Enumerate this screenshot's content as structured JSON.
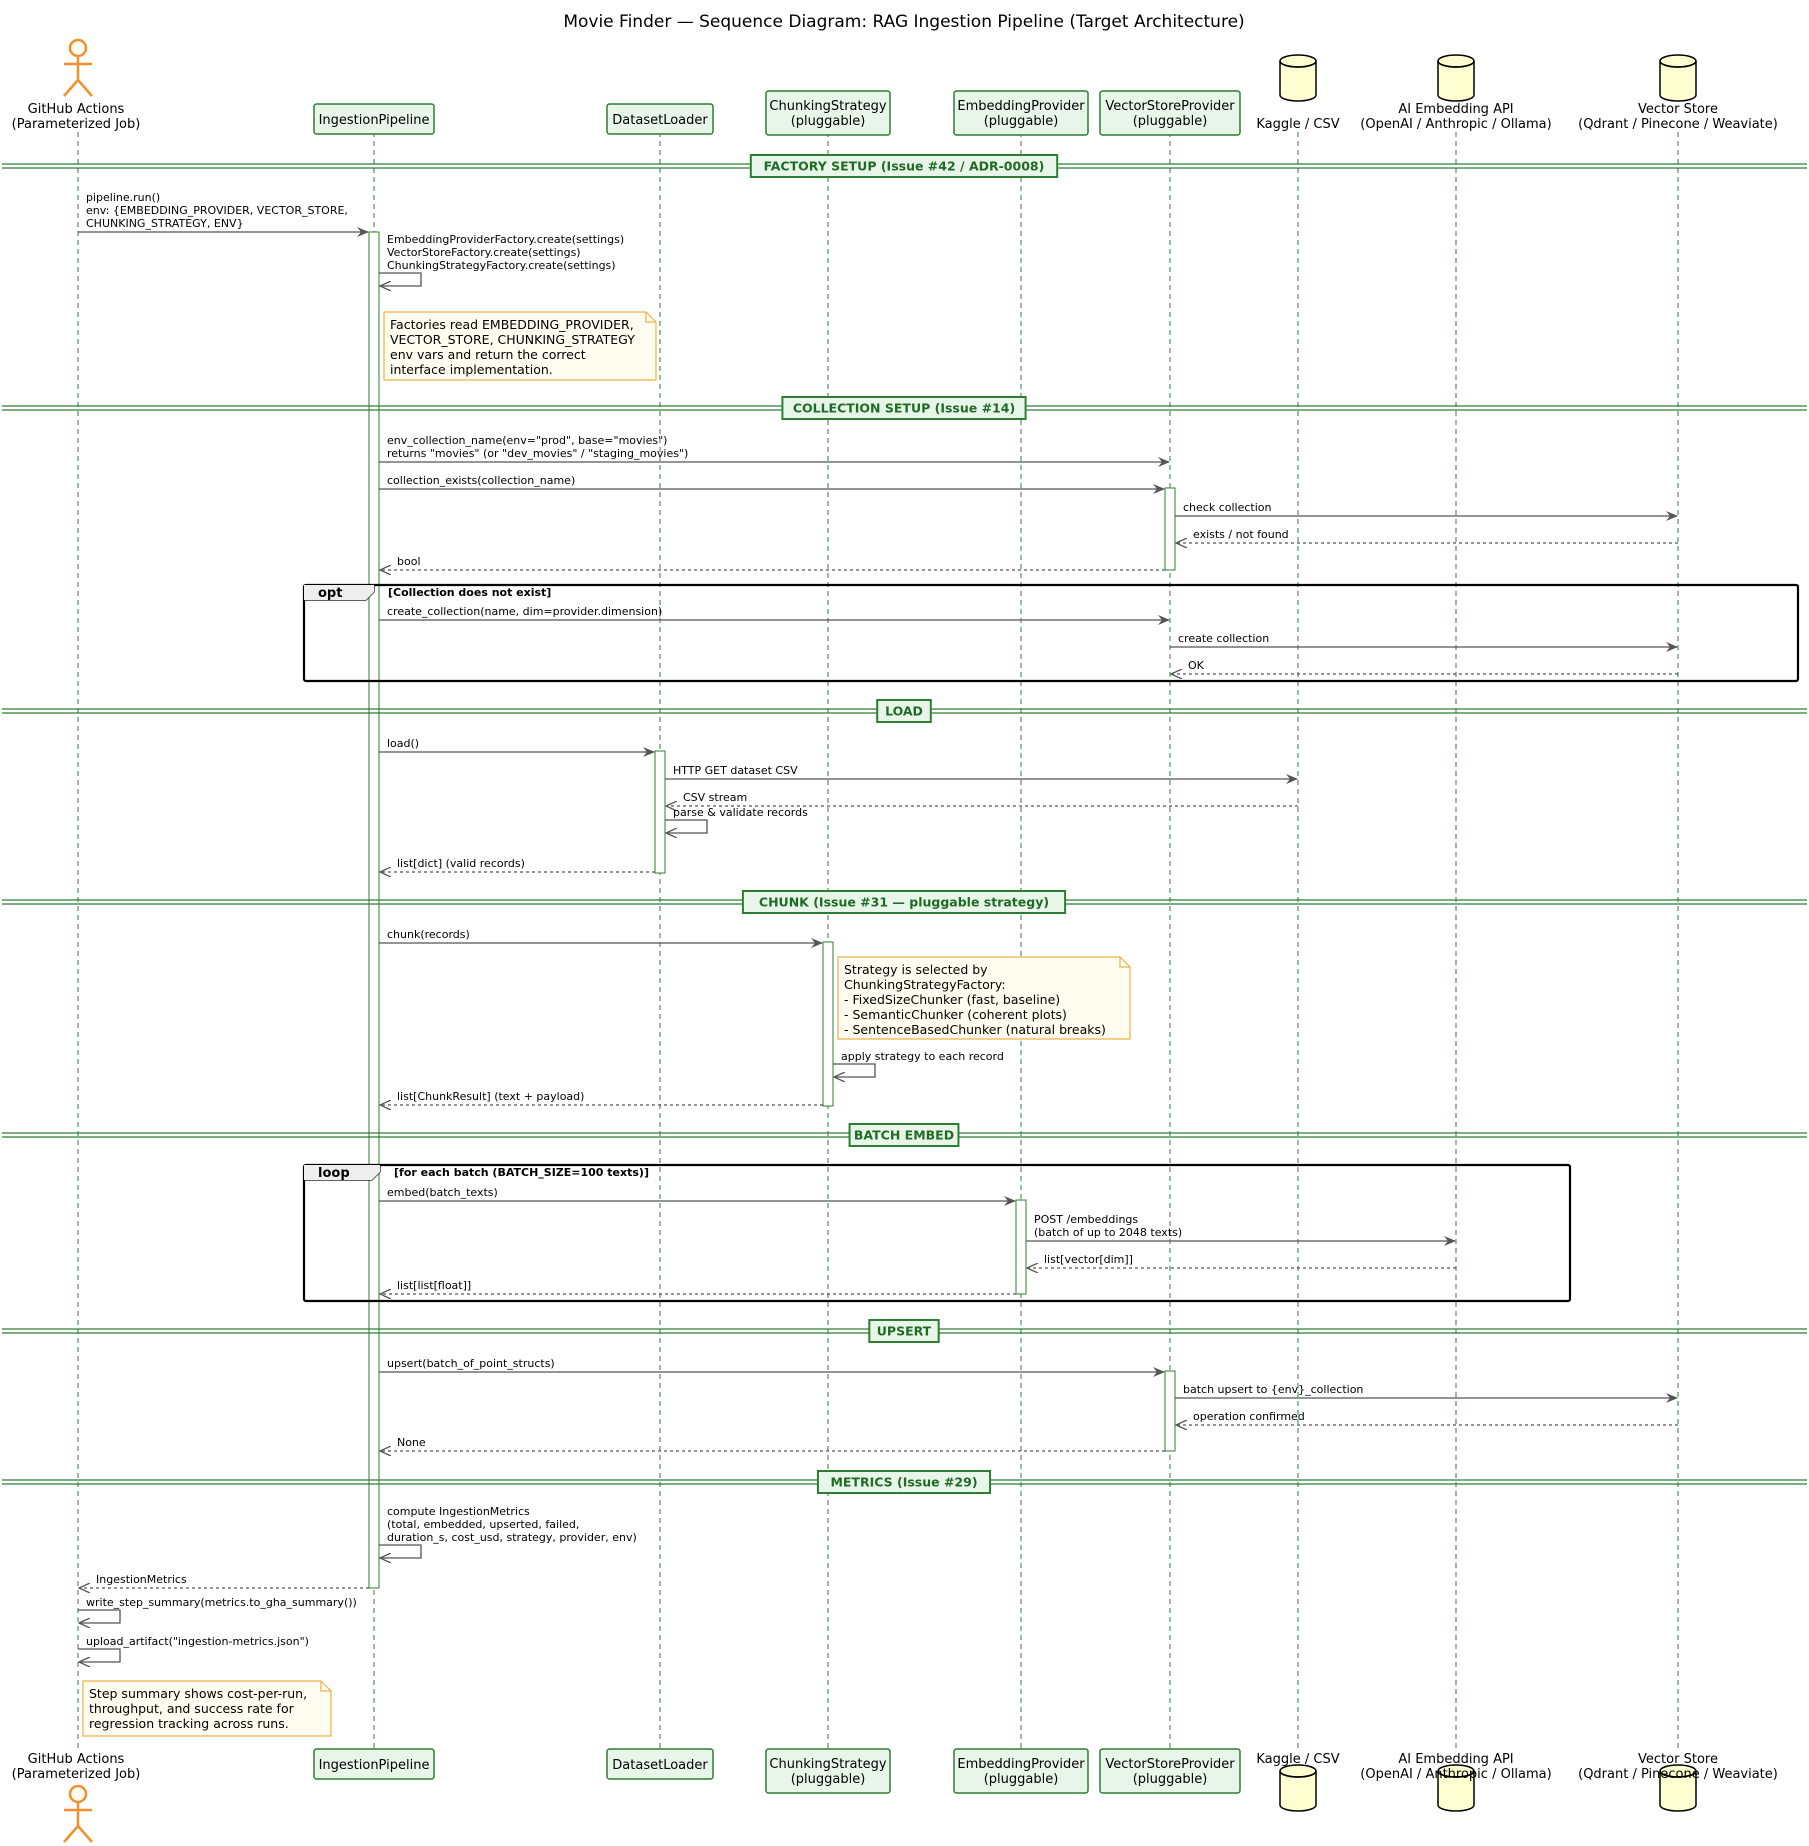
{
  "title": "Movie Finder — Sequence Diagram: RAG Ingestion Pipeline (Target Architecture)",
  "colors": {
    "participant_fill": "#e8f5e9",
    "participant_stroke": "#2e7d32",
    "actor_stroke": "#f0902e",
    "database_fill": "#fffed0",
    "note_fill": "#fffdf0",
    "note_stroke": "#f0b04a",
    "divider_text": "#1e6b26",
    "line": "#555555"
  },
  "participants": [
    {
      "id": "gha",
      "kind": "actor",
      "lines": [
        "GitHub Actions",
        "(Parameterized Job)"
      ],
      "icon": "actor-icon"
    },
    {
      "id": "pipe",
      "kind": "participant",
      "lines": [
        "IngestionPipeline"
      ]
    },
    {
      "id": "loader",
      "kind": "participant",
      "lines": [
        "DatasetLoader"
      ]
    },
    {
      "id": "chunk",
      "kind": "participant",
      "lines": [
        "ChunkingStrategy",
        "(pluggable)"
      ]
    },
    {
      "id": "embed",
      "kind": "participant",
      "lines": [
        "EmbeddingProvider",
        "(pluggable)"
      ]
    },
    {
      "id": "vsp",
      "kind": "participant",
      "lines": [
        "VectorStoreProvider",
        "(pluggable)"
      ]
    },
    {
      "id": "kaggle",
      "kind": "database",
      "lines": [
        "Kaggle / CSV"
      ],
      "icon": "database-icon"
    },
    {
      "id": "api",
      "kind": "database",
      "lines": [
        "AI Embedding API",
        "(OpenAI / Anthropic / Ollama)"
      ],
      "icon": "database-icon"
    },
    {
      "id": "store",
      "kind": "database",
      "lines": [
        "Vector Store",
        "(Qdrant / Pinecone / Weaviate)"
      ],
      "icon": "database-icon"
    }
  ],
  "dividers": [
    "FACTORY SETUP (Issue #42 / ADR-0008)",
    "COLLECTION SETUP (Issue #14)",
    "LOAD",
    "CHUNK (Issue #31 — pluggable strategy)",
    "BATCH EMBED",
    "UPSERT",
    "METRICS (Issue #29)"
  ],
  "fragments": [
    {
      "label": "opt",
      "guard": "[Collection does not exist]"
    },
    {
      "label": "loop",
      "guard": "[for each batch (BATCH_SIZE=100 texts)]"
    }
  ],
  "messages": [
    {
      "from": "gha",
      "to": "pipe",
      "type": "sync",
      "lines": [
        "pipeline.run()",
        "env: {EMBEDDING_PROVIDER, VECTOR_STORE,",
        "CHUNKING_STRATEGY, ENV}"
      ]
    },
    {
      "from": "pipe",
      "to": "pipe",
      "type": "self",
      "lines": [
        "EmbeddingProviderFactory.create(settings)",
        "VectorStoreFactory.create(settings)",
        "ChunkingStrategyFactory.create(settings)"
      ]
    },
    {
      "from": "pipe",
      "to": "vsp",
      "type": "sync",
      "lines": [
        "env_collection_name(env=\"prod\", base=\"movies\")",
        "returns \"movies\" (or \"dev_movies\" / \"staging_movies\")"
      ]
    },
    {
      "from": "pipe",
      "to": "vsp",
      "type": "sync",
      "lines": [
        "collection_exists(collection_name)"
      ]
    },
    {
      "from": "vsp",
      "to": "store",
      "type": "sync",
      "lines": [
        "check collection"
      ]
    },
    {
      "from": "store",
      "to": "vsp",
      "type": "return",
      "lines": [
        "exists / not found"
      ]
    },
    {
      "from": "vsp",
      "to": "pipe",
      "type": "return",
      "lines": [
        "bool"
      ]
    },
    {
      "from": "pipe",
      "to": "vsp",
      "type": "sync",
      "lines": [
        "create_collection(name, dim=provider.dimension)"
      ]
    },
    {
      "from": "vsp",
      "to": "store",
      "type": "sync",
      "lines": [
        "create collection"
      ]
    },
    {
      "from": "store",
      "to": "vsp",
      "type": "return",
      "lines": [
        "OK"
      ]
    },
    {
      "from": "pipe",
      "to": "loader",
      "type": "sync",
      "lines": [
        "load()"
      ]
    },
    {
      "from": "loader",
      "to": "kaggle",
      "type": "sync",
      "lines": [
        "HTTP GET dataset CSV"
      ]
    },
    {
      "from": "kaggle",
      "to": "loader",
      "type": "return",
      "lines": [
        "CSV stream"
      ]
    },
    {
      "from": "loader",
      "to": "loader",
      "type": "self",
      "lines": [
        "parse & validate records"
      ]
    },
    {
      "from": "loader",
      "to": "pipe",
      "type": "return",
      "lines": [
        "list[dict] (valid records)"
      ]
    },
    {
      "from": "pipe",
      "to": "chunk",
      "type": "sync",
      "lines": [
        "chunk(records)"
      ]
    },
    {
      "from": "chunk",
      "to": "chunk",
      "type": "self",
      "lines": [
        "apply strategy to each record"
      ]
    },
    {
      "from": "chunk",
      "to": "pipe",
      "type": "return",
      "lines": [
        "list[ChunkResult] (text + payload)"
      ]
    },
    {
      "from": "pipe",
      "to": "embed",
      "type": "sync",
      "lines": [
        "embed(batch_texts)"
      ]
    },
    {
      "from": "embed",
      "to": "api",
      "type": "sync",
      "lines": [
        "POST /embeddings",
        "(batch of up to 2048 texts)"
      ]
    },
    {
      "from": "api",
      "to": "embed",
      "type": "return",
      "lines": [
        "list[vector[dim]]"
      ]
    },
    {
      "from": "embed",
      "to": "pipe",
      "type": "return",
      "lines": [
        "list[list[float]]"
      ]
    },
    {
      "from": "pipe",
      "to": "vsp",
      "type": "sync",
      "lines": [
        "upsert(batch_of_point_structs)"
      ]
    },
    {
      "from": "vsp",
      "to": "store",
      "type": "sync",
      "lines": [
        "batch upsert to {env}_collection"
      ]
    },
    {
      "from": "store",
      "to": "vsp",
      "type": "return",
      "lines": [
        "operation confirmed"
      ]
    },
    {
      "from": "vsp",
      "to": "pipe",
      "type": "return",
      "lines": [
        "None"
      ]
    },
    {
      "from": "pipe",
      "to": "pipe",
      "type": "self",
      "lines": [
        "compute IngestionMetrics",
        "(total, embedded, upserted, failed,",
        "duration_s, cost_usd, strategy, provider, env)"
      ]
    },
    {
      "from": "pipe",
      "to": "gha",
      "type": "return",
      "lines": [
        "IngestionMetrics"
      ]
    },
    {
      "from": "gha",
      "to": "gha",
      "type": "self",
      "lines": [
        "write_step_summary(metrics.to_gha_summary())"
      ]
    },
    {
      "from": "gha",
      "to": "gha",
      "type": "self",
      "lines": [
        "upload_artifact(\"ingestion-metrics.json\")"
      ]
    }
  ],
  "notes": [
    {
      "lines": [
        "Factories read EMBEDDING_PROVIDER,",
        "VECTOR_STORE, CHUNKING_STRATEGY",
        "env vars and return the correct",
        "interface implementation."
      ]
    },
    {
      "lines": [
        "Strategy is selected by",
        "ChunkingStrategyFactory:",
        "- FixedSizeChunker (fast, baseline)",
        "- SemanticChunker (coherent plots)",
        "- SentenceBasedChunker (natural breaks)"
      ]
    },
    {
      "lines": [
        "Step summary shows cost-per-run,",
        "throughput, and success rate for",
        "regression tracking across runs."
      ]
    }
  ]
}
